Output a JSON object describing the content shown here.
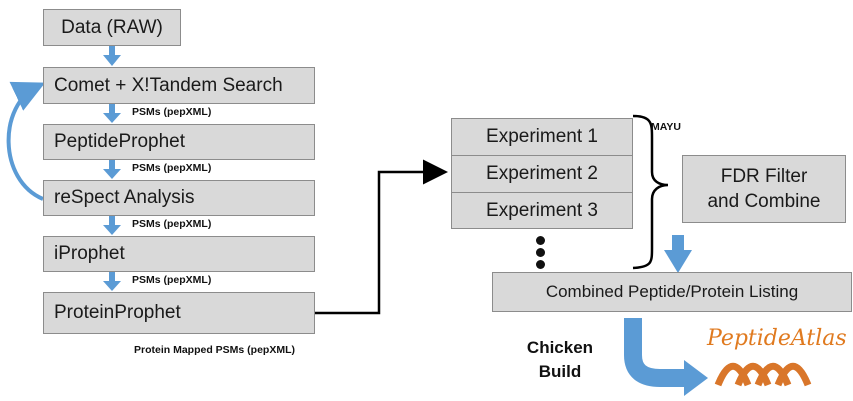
{
  "pipeline": {
    "data_raw": "Data (RAW)",
    "search": "Comet + X!Tandem Search",
    "peptideprophet": "PeptideProphet",
    "respect": "reSpect Analysis",
    "iprophet": "iProphet",
    "proteinprophet": "ProteinProphet",
    "psm_label": "PSMs (pepXML)",
    "protein_mapped_label": "Protein Mapped PSMs (pepXML)"
  },
  "experiments": {
    "items": [
      "Experiment 1",
      "Experiment 2",
      "Experiment 3"
    ],
    "mayu_label": "MAYU"
  },
  "fdr": {
    "line1": "FDR Filter",
    "line2": "and Combine"
  },
  "combined": "Combined Peptide/Protein Listing",
  "build": {
    "line1": "Chicken",
    "line2": "Build"
  },
  "logo": {
    "text": "PeptideAtlas"
  },
  "colors": {
    "arrow_blue": "#5b9bd5",
    "box_fill": "#d9d9d9",
    "logo_orange": "#e07a1f"
  }
}
